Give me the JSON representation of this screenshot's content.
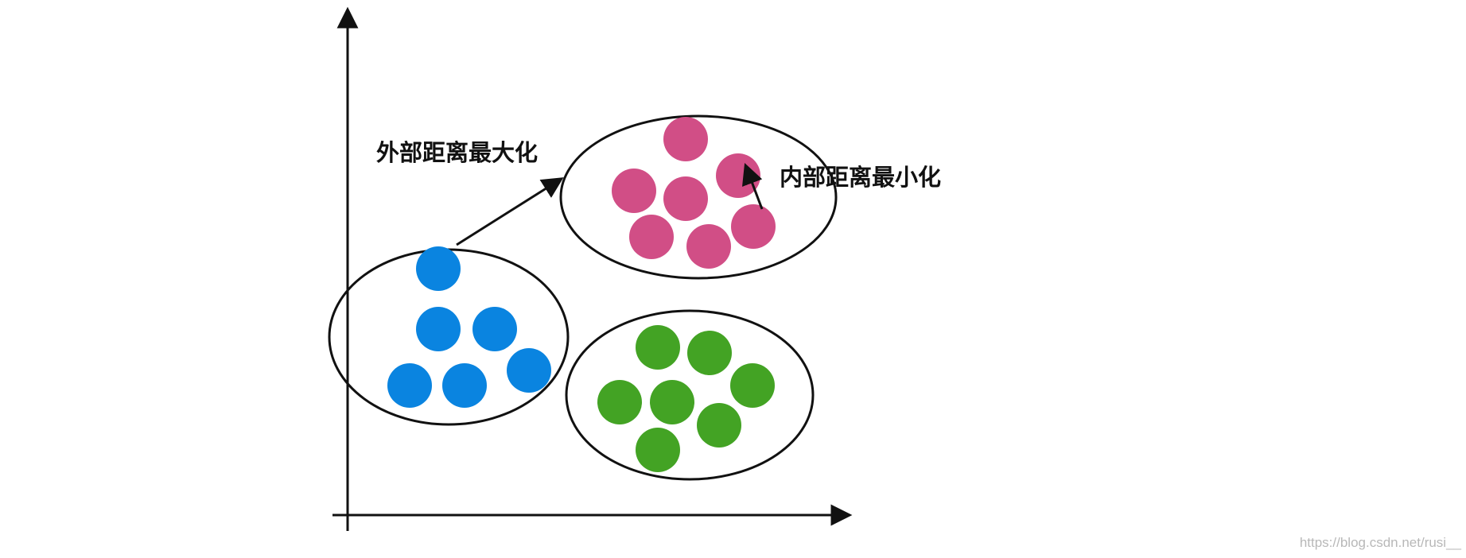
{
  "annotations": {
    "outer_distance": "外部距离最大化",
    "inner_distance": "内部距离最小化"
  },
  "colors": {
    "blue": "#0a84e0",
    "pink": "#d14e86",
    "green": "#43a324",
    "outline": "#111111"
  },
  "clusters": [
    {
      "name": "blue",
      "color": "#0a84e0",
      "point_count": 6
    },
    {
      "name": "pink",
      "color": "#d14e86",
      "point_count": 7
    },
    {
      "name": "green",
      "color": "#43a324",
      "point_count": 7
    }
  ],
  "watermark": "https://blog.csdn.net/rusi__"
}
